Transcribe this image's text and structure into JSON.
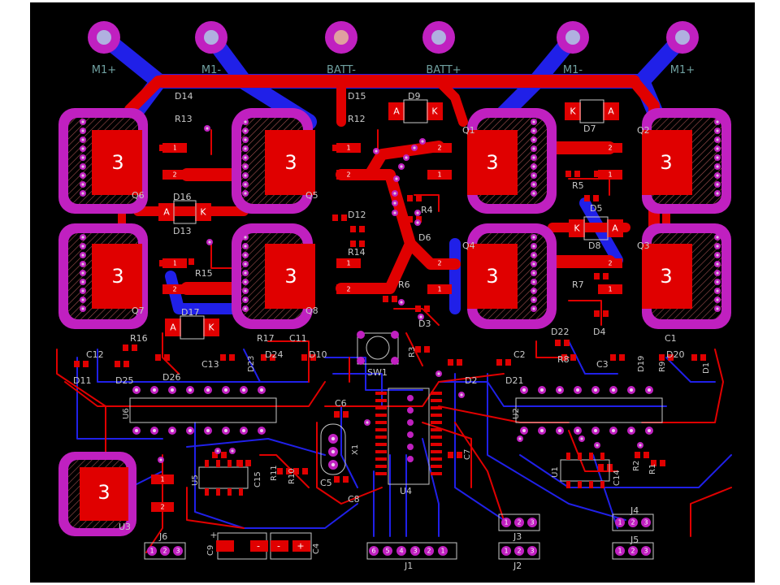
{
  "colors": {
    "board": "#000000",
    "top_copper": "#e00000",
    "bottom_copper": "#2020e8",
    "via": "#c020c0",
    "silkscreen": "#c8c8c8",
    "terminal_label": "#6fa0a0"
  },
  "terminals": [
    "M1+",
    "M1-",
    "BATT-",
    "BATT+",
    "M1-",
    "M1+"
  ],
  "mosfets": [
    "Q6",
    "Q5",
    "Q7",
    "Q8",
    "Q1",
    "Q2",
    "Q4",
    "Q3"
  ],
  "pad_number": "3",
  "regulator": "U3",
  "tab_pin_labels": [
    "1",
    "2"
  ],
  "diode_pins": {
    "anode": "A",
    "cathode": "K"
  },
  "diodes": [
    "D14",
    "D15",
    "D9",
    "D7",
    "D16",
    "D5",
    "D12",
    "D13",
    "D8",
    "D6",
    "D17",
    "D3",
    "D4",
    "D22",
    "D11",
    "D25",
    "D26",
    "D23",
    "D24",
    "D10",
    "D2",
    "D21",
    "D19",
    "D20",
    "D1"
  ],
  "resistors": [
    "R13",
    "R12",
    "R5",
    "R4",
    "R14",
    "R15",
    "R6",
    "R7",
    "R16",
    "R17",
    "R3",
    "R8",
    "R9",
    "R11",
    "R10",
    "R1",
    "R2"
  ],
  "capacitors": [
    "C11",
    "C12",
    "C13",
    "C2",
    "C3",
    "C1",
    "C6",
    "C15",
    "C5",
    "C8",
    "C7",
    "C14",
    "C9",
    "C4"
  ],
  "ics": [
    "U6",
    "U5",
    "U4",
    "U2",
    "U1"
  ],
  "crystal": "X1",
  "switch": "SW1",
  "connectors": [
    "J6",
    "J1",
    "J3",
    "J2",
    "J4",
    "J5"
  ],
  "connector_pins_3": [
    "1",
    "2",
    "3"
  ],
  "connector_pins_6": [
    "6",
    "5",
    "4",
    "3",
    "2",
    "1"
  ],
  "polarity_marks": [
    "+",
    "-"
  ]
}
